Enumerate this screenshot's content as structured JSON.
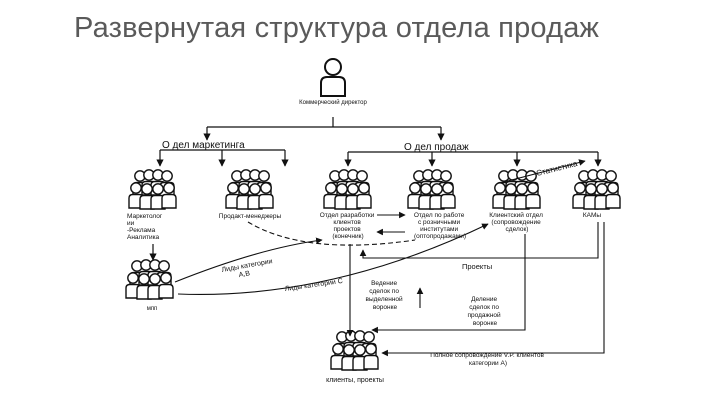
{
  "slide": {
    "title": "Развернутая структура отдела продаж"
  },
  "nodes": {
    "director": "Коммерческий директор",
    "marketing_dept": "О дел маркетинга",
    "sales_dept": "О дел продаж",
    "marketers": [
      "Маркетолог",
      "ии",
      "-Реклама",
      "Аналитика"
    ],
    "product_managers": "Продакт-менеджеры",
    "dev_dept": [
      "Отдел разработки",
      "клиентов",
      "проектов",
      "(конечник) "
    ],
    "inst_dept": [
      "Отдел по работе",
      "с розничными",
      "институтами",
      "(оптопродажами)"
    ],
    "client_dept": [
      "Клиентский отдел",
      "(сопровождение",
      "сделок)"
    ],
    "kam": "КАМы",
    "mpp": "мпп",
    "clients": "клиенты, проекты"
  },
  "flows": {
    "statistics": "Статистика",
    "category_ab": [
      "Лиды категории",
      "А,В"
    ],
    "category_c": "Лиды категории С",
    "projects": "Проекты",
    "funnel": [
      "Ведение",
      "сделок по",
      "выделенной",
      "воронке"
    ],
    "split": [
      "Деление",
      "сделок по",
      "продажной",
      "воронке"
    ],
    "support": [
      "Полное сопровождение V.P. клиентов",
      "категории А)"
    ]
  }
}
